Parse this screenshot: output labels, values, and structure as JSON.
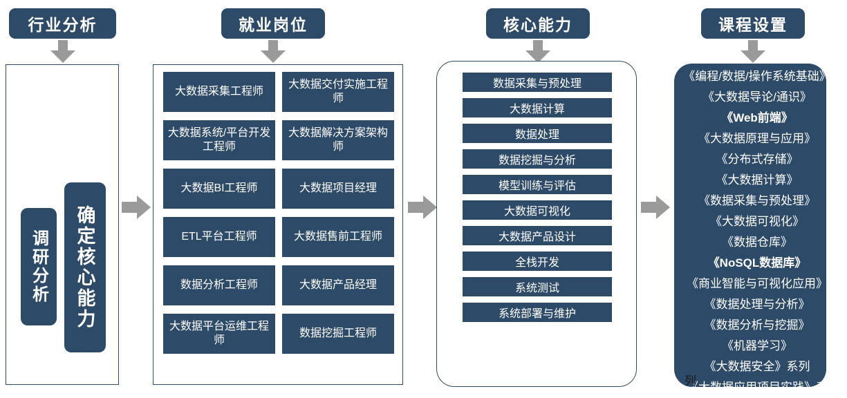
{
  "headers": [
    {
      "label": "行业分析",
      "name": "industry-analysis"
    },
    {
      "label": "就业岗位",
      "name": "employment-positions"
    },
    {
      "label": "核心能力",
      "name": "core-abilities"
    },
    {
      "label": "课程设置",
      "name": "curriculum-setup"
    }
  ],
  "industry": {
    "research_label": "调研分析",
    "core_label": "确定核心能力"
  },
  "jobs": [
    "大数据采集工程师",
    "大数据交付实施工程师",
    "大数据系统/平台开发工程师",
    "大数据解决方案架构师",
    "大数据BI工程师",
    "大数据项目经理",
    "ETL平台工程师",
    "大数据售前工程师",
    "数据分析工程师",
    "大数据产品经理",
    "大数据平台运维工程师",
    "数据挖掘工程师"
  ],
  "abilities": [
    "数据采集与预处理",
    "大数据计算",
    "数据处理",
    "数据挖掘与分析",
    "模型训练与评估",
    "大数据可视化",
    "大数据产品设计",
    "全栈开发",
    "系统测试",
    "系统部署与维护"
  ],
  "courses": [
    {
      "text": "《编程/数据/操作系统基础》",
      "bold": false
    },
    {
      "text": "《大数据导论/通识》",
      "bold": false
    },
    {
      "text": "《Web前端》",
      "bold": true
    },
    {
      "text": "《大数据原理与应用》",
      "bold": false
    },
    {
      "text": "《分布式存储》",
      "bold": false
    },
    {
      "text": "《大数据计算》",
      "bold": false
    },
    {
      "text": "《数据采集与预处理》",
      "bold": false
    },
    {
      "text": "《大数据可视化》",
      "bold": false
    },
    {
      "text": "《数据仓库》",
      "bold": false
    },
    {
      "text": "《NoSQL数据库》",
      "bold": true
    },
    {
      "text": "《商业智能与可视化应用》",
      "bold": false
    },
    {
      "text": "《数据处理与分析》",
      "bold": false
    },
    {
      "text": "《数据分析与挖掘》",
      "bold": false
    },
    {
      "text": "《机器学习》",
      "bold": false
    },
    {
      "text": "《大数据安全》系列",
      "bold": false
    },
    {
      "text": "《大数据应用项目实践》系",
      "bold": false
    }
  ],
  "course_overflow_text": "列",
  "colors": {
    "primary": "#2E4A69",
    "arrow": "#9A9A9A",
    "panel_border": "#2E4A69",
    "background": "#FFFFFF",
    "text_on_primary": "#FFFFFF"
  }
}
